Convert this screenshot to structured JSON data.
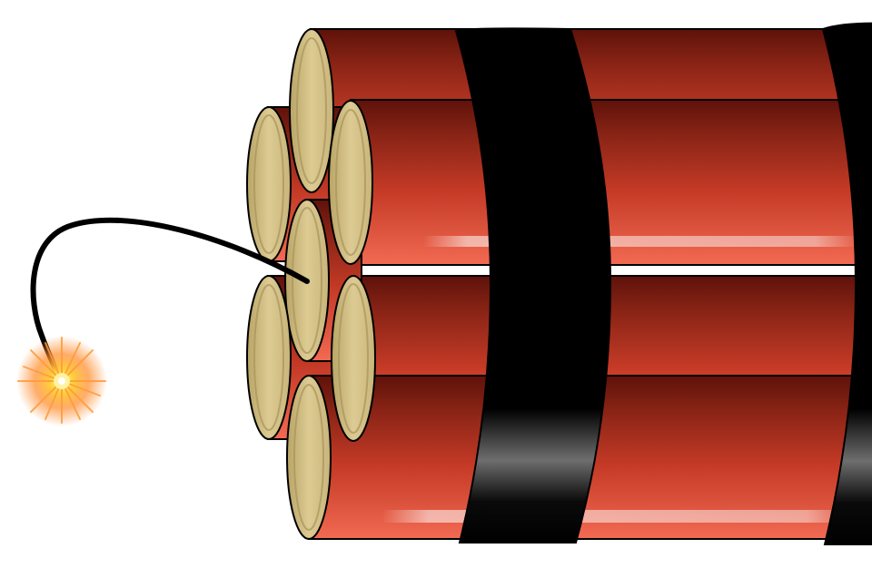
{
  "illustration": {
    "subject": "dynamite-bundle-with-lit-fuse",
    "stick_count": 7,
    "band_count": 2,
    "colors": {
      "background": "#ffffff",
      "stick_red_light": "#f26a52",
      "stick_red_mid": "#c43a26",
      "stick_red_dark": "#5e120a",
      "stick_end_face": "#c9b57a",
      "stick_end_face_light": "#dccb93",
      "band": "#000000",
      "band_highlight": "#6e6e6e",
      "fuse": "#000000",
      "spark_core": "#ffd23a",
      "spark_glow": "#ff8a2a",
      "outline": "#000000"
    },
    "icons": {
      "fuse": "fuse-icon",
      "spark": "spark-icon",
      "band": "band-icon"
    }
  }
}
